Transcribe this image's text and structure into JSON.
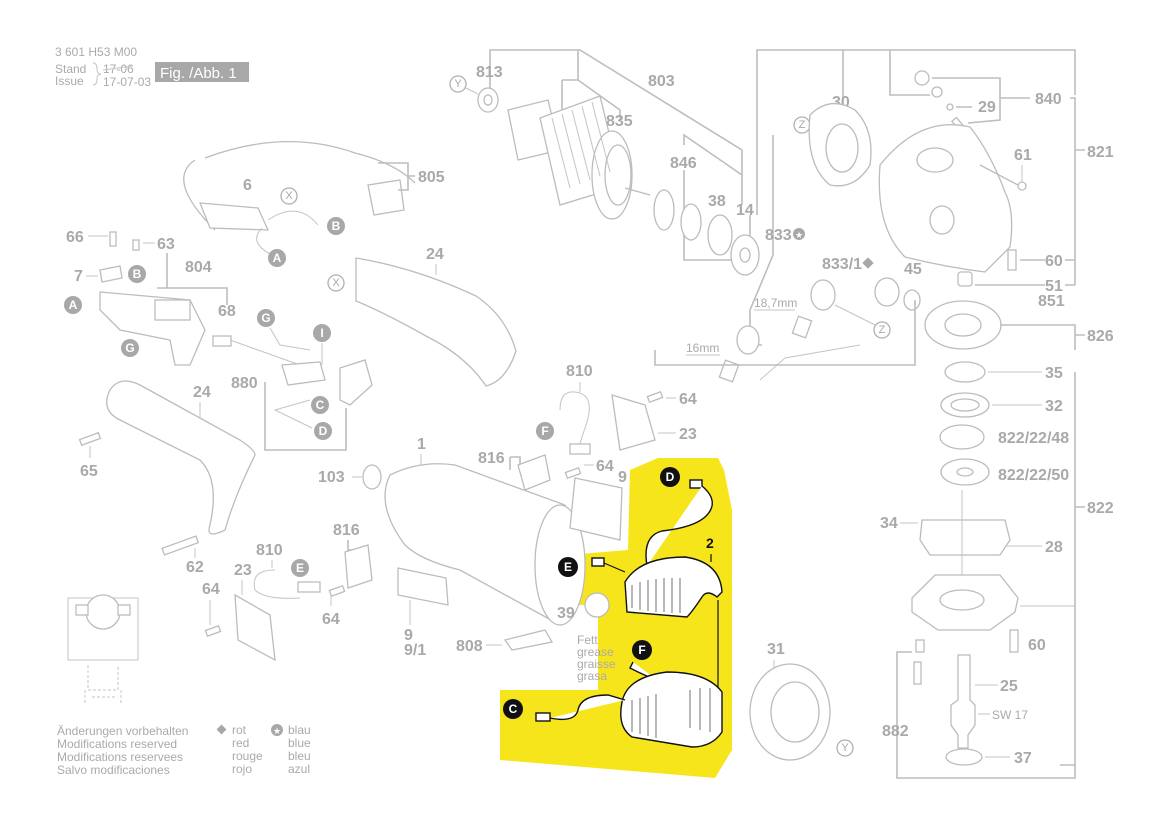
{
  "header": {
    "doc_number": "3 601 H53 M00",
    "stand_label": "Stand",
    "issue_label": "Issue",
    "stand_old_date": "17-06",
    "issue_date": "17-07-03",
    "figure_label": "Fig. /Abb. 1"
  },
  "footer": {
    "modifications": [
      "Änderungen vorbehalten",
      "Modifications reserved",
      "Modifications reservees",
      "Salvo modificaciones"
    ],
    "legend_red": {
      "symbol": "diamond",
      "labels": [
        "rot",
        "red",
        "rouge",
        "rojo"
      ]
    },
    "legend_blue": {
      "symbol": "star-circle",
      "labels": [
        "blau",
        "blue",
        "bleu",
        "azul"
      ]
    }
  },
  "highlight": {
    "color": "#f7e51c",
    "part_number": "2",
    "connectors": [
      "D",
      "E",
      "F",
      "C"
    ]
  },
  "colors": {
    "line_gray": "#bdbdbd",
    "label_gray": "#a9a9a9",
    "highlight_yellow": "#f7e51c",
    "connector_black": "#111111"
  },
  "part_labels": {
    "p813": "813",
    "p803": "803",
    "p835": "835",
    "p846": "846",
    "p38": "38",
    "p14": "14",
    "p833": "833",
    "p833_1": "833/1",
    "p30": "30",
    "p840": "840",
    "p29": "29",
    "p821": "821",
    "p61": "61",
    "p60a": "60",
    "p51": "51",
    "p851": "851",
    "p45": "45",
    "p826": "826",
    "p35": "35",
    "p32": "32",
    "p822_22_48": "822/22/48",
    "p822_22_50": "822/22/50",
    "p822": "822",
    "p34": "34",
    "p28": "28",
    "p60b": "60",
    "p25": "25",
    "sw17": "SW 17",
    "p882": "882",
    "p37": "37",
    "p31": "31",
    "p805": "805",
    "p6": "6",
    "p66": "66",
    "p63": "63",
    "p7": "7",
    "p804": "804",
    "p68": "68",
    "p24a": "24",
    "p880": "880",
    "p24b": "24",
    "p65": "65",
    "p62": "62",
    "p103": "103",
    "p1": "1",
    "p816a": "816",
    "p810a": "810",
    "p64a": "64",
    "p23a": "23",
    "p64b": "64",
    "p9a": "9",
    "p816b": "816",
    "p810b": "810",
    "p23b": "23",
    "p64c": "64",
    "p64d": "64",
    "p9b": "9",
    "p9_1": "9/1",
    "p808": "808",
    "p39": "39",
    "p2": "2",
    "dim_18_7": "18,7mm",
    "dim_16": "16mm"
  },
  "grease_note": [
    "Fett",
    "grease",
    "graisse",
    "grasa"
  ],
  "callouts": {
    "X1": "X",
    "X2": "X",
    "Y1": "Y",
    "Y2": "Y",
    "Z1": "Z",
    "Z2": "Z",
    "A1": "A",
    "A2": "A",
    "B1": "B",
    "B2": "B",
    "G1": "G",
    "G2": "G",
    "I": "I",
    "C1": "C",
    "D1": "D",
    "E1": "E",
    "F1": "F",
    "D2": "D",
    "E2": "E",
    "F2": "F",
    "C2": "C"
  }
}
